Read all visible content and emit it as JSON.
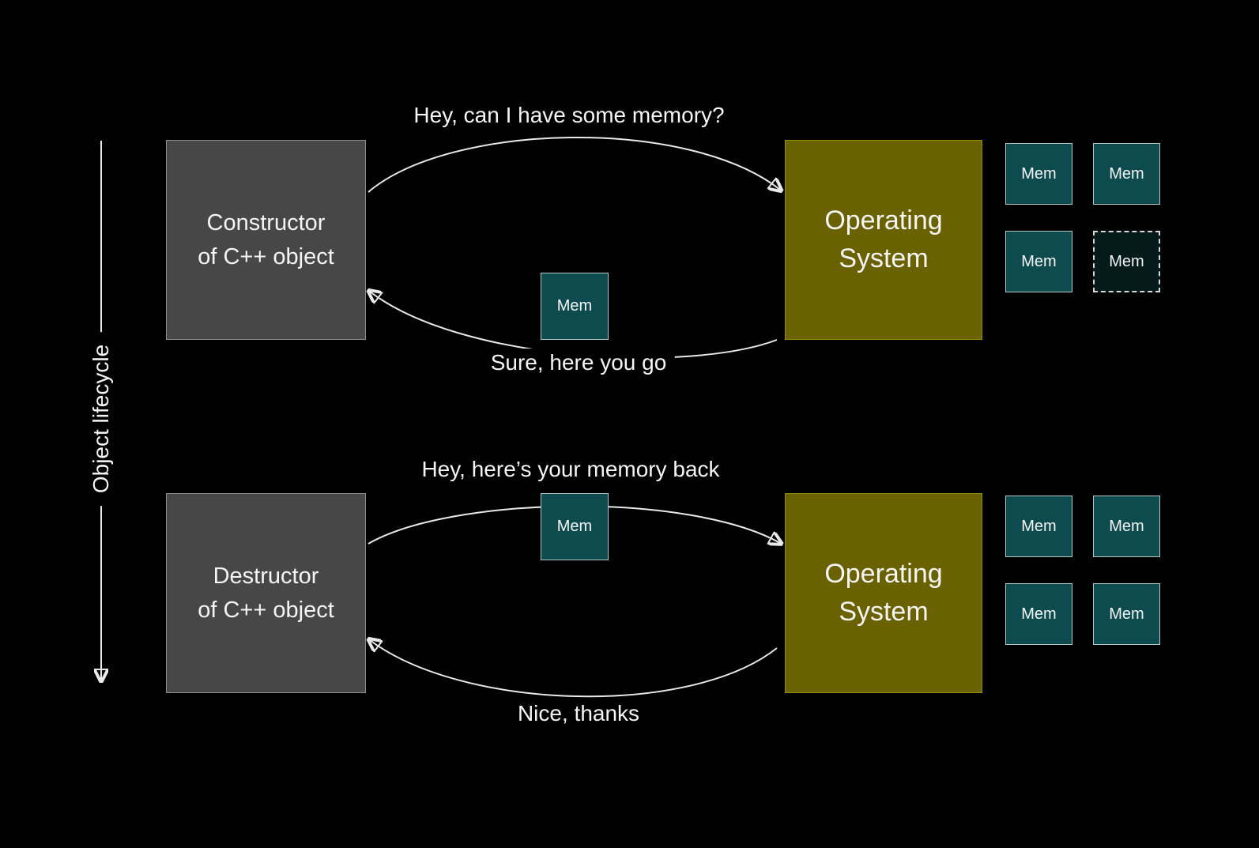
{
  "colors": {
    "background": "#000000",
    "actor_box": "#474747",
    "os_box": "#6a6200",
    "mem_box": "#0d4b4e",
    "line": "#e9e9e9",
    "text": "#f5f5f5"
  },
  "lifecycle": {
    "label": "Object lifecycle"
  },
  "allocation": {
    "actor": {
      "line1": "Constructor",
      "line2": "of C++ object"
    },
    "os": {
      "line1": "Operating",
      "line2": "System"
    },
    "request_label": "Hey, can I have some memory?",
    "response_label": "Sure, here you go",
    "transfer_mem_label": "Mem",
    "os_mem": [
      {
        "label": "Mem",
        "dashed": false
      },
      {
        "label": "Mem",
        "dashed": false
      },
      {
        "label": "Mem",
        "dashed": false
      },
      {
        "label": "Mem",
        "dashed": true
      }
    ]
  },
  "deallocation": {
    "actor": {
      "line1": "Destructor",
      "line2": "of C++ object"
    },
    "os": {
      "line1": "Operating",
      "line2": "System"
    },
    "request_label": "Hey, here’s your memory back",
    "response_label": "Nice, thanks",
    "transfer_mem_label": "Mem",
    "os_mem": [
      {
        "label": "Mem",
        "dashed": false
      },
      {
        "label": "Mem",
        "dashed": false
      },
      {
        "label": "Mem",
        "dashed": false
      },
      {
        "label": "Mem",
        "dashed": false
      }
    ]
  }
}
